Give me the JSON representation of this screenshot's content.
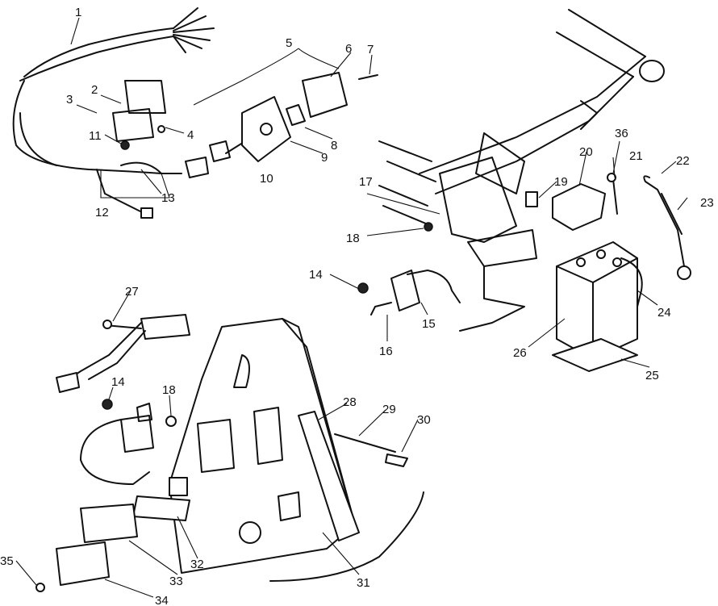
{
  "callouts": [
    {
      "id": "1",
      "text": "1"
    },
    {
      "id": "2",
      "text": "2"
    },
    {
      "id": "3",
      "text": "3"
    },
    {
      "id": "4",
      "text": "4"
    },
    {
      "id": "5",
      "text": "5"
    },
    {
      "id": "6",
      "text": "6"
    },
    {
      "id": "7",
      "text": "7"
    },
    {
      "id": "8",
      "text": "8"
    },
    {
      "id": "9",
      "text": "9"
    },
    {
      "id": "10",
      "text": "10"
    },
    {
      "id": "11",
      "text": "11"
    },
    {
      "id": "12",
      "text": "12"
    },
    {
      "id": "13",
      "text": "13"
    },
    {
      "id": "14a",
      "text": "14"
    },
    {
      "id": "14b",
      "text": "14"
    },
    {
      "id": "15",
      "text": "15"
    },
    {
      "id": "16",
      "text": "16"
    },
    {
      "id": "17",
      "text": "17"
    },
    {
      "id": "18a",
      "text": "18"
    },
    {
      "id": "18b",
      "text": "18"
    },
    {
      "id": "19",
      "text": "19"
    },
    {
      "id": "20",
      "text": "20"
    },
    {
      "id": "21",
      "text": "21"
    },
    {
      "id": "22",
      "text": "22"
    },
    {
      "id": "23",
      "text": "23"
    },
    {
      "id": "24",
      "text": "24"
    },
    {
      "id": "25",
      "text": "25"
    },
    {
      "id": "26",
      "text": "26"
    },
    {
      "id": "27",
      "text": "27"
    },
    {
      "id": "28",
      "text": "28"
    },
    {
      "id": "29",
      "text": "29"
    },
    {
      "id": "30",
      "text": "30"
    },
    {
      "id": "31",
      "text": "31"
    },
    {
      "id": "32",
      "text": "32"
    },
    {
      "id": "33",
      "text": "33"
    },
    {
      "id": "34",
      "text": "34"
    },
    {
      "id": "35",
      "text": "35"
    },
    {
      "id": "36",
      "text": "36"
    }
  ]
}
